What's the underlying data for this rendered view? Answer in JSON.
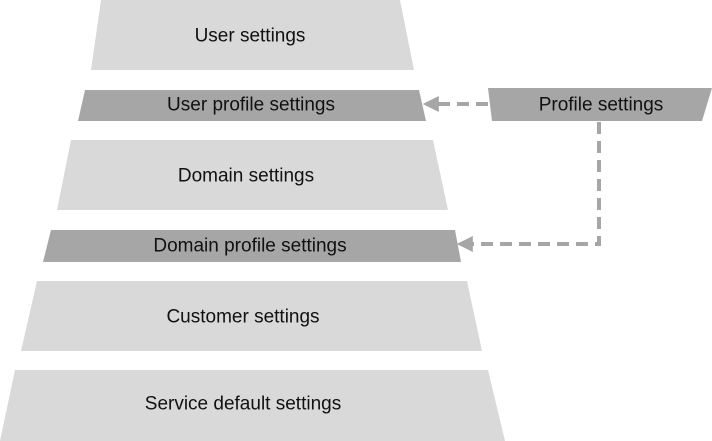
{
  "colors": {
    "layer_fill": "#d9d9d9",
    "profile_fill": "#a6a6a6",
    "arrow": "#a6a6a6",
    "text": "#111111"
  },
  "layers": [
    {
      "label": "User settings",
      "kind": "standard"
    },
    {
      "label": "User profile settings",
      "kind": "profile"
    },
    {
      "label": "Domain settings",
      "kind": "standard"
    },
    {
      "label": "Domain profile settings",
      "kind": "profile"
    },
    {
      "label": "Customer settings",
      "kind": "standard"
    },
    {
      "label": "Service default settings",
      "kind": "standard"
    }
  ],
  "source": {
    "label": "Profile settings",
    "targets": [
      "User profile settings",
      "Domain profile settings"
    ]
  }
}
